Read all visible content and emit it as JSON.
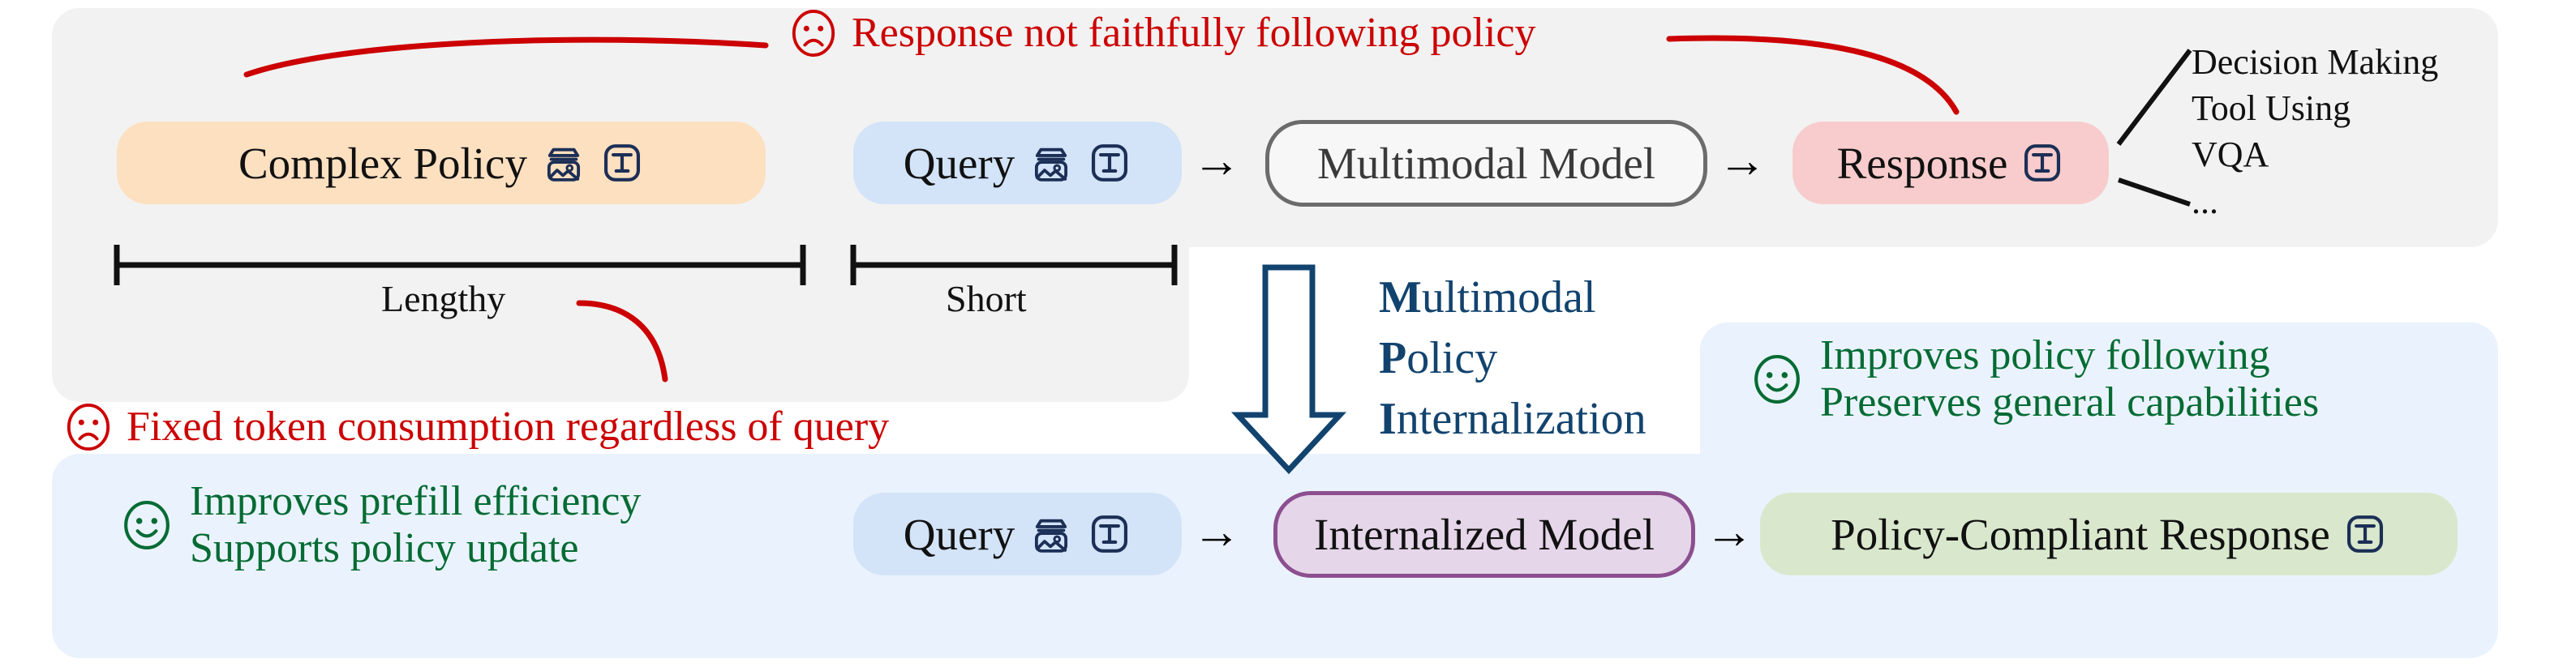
{
  "figure": {
    "type": "conceptual-pipeline-diagram",
    "colors": {
      "panel_gray": "#f2f2f2",
      "panel_blue": "#eaf3fd",
      "policy_box": "#fce0c0",
      "query_box": "#d3e3f8",
      "model_box_border": "#6b6b6b",
      "response_box": "#f8cccc",
      "internalized_border": "#8c4f8f",
      "internalized_fill": "#e6d6ea",
      "compliant_response": "#d9e8cd",
      "negative_text": "#cc0000",
      "positive_text": "#046b33",
      "mpi_text": "#12436e"
    }
  },
  "top_pipeline": {
    "annotation_red": "Response not faithfully following policy",
    "nodes": {
      "policy": {
        "label": "Complex Policy",
        "icons": [
          "image-icon",
          "text-icon"
        ]
      },
      "query": {
        "label": "Query",
        "icons": [
          "image-icon",
          "text-icon"
        ]
      },
      "model": {
        "label": "Multimodal Model"
      },
      "response": {
        "label": "Response",
        "icons": [
          "text-icon"
        ]
      }
    },
    "arrows": {
      "glyph": "→"
    },
    "measures": [
      {
        "label": "Lengthy"
      },
      {
        "label": "Short"
      }
    ],
    "annotation_red_bottom": "Fixed token consumption regardless of query",
    "downstream_tasks": [
      "Decision Making",
      "Tool Using",
      "VQA",
      "..."
    ]
  },
  "transition": {
    "title_lines": [
      {
        "bold": "M",
        "rest": "ultimodal"
      },
      {
        "bold": "P",
        "rest": "olicy"
      },
      {
        "bold": "I",
        "rest": "nternalization"
      }
    ],
    "arrow": "down-block-arrow"
  },
  "bottom_pipeline": {
    "benefits_left": [
      "Improves prefill efficiency",
      "Supports policy update"
    ],
    "benefits_right": [
      "Improves policy following",
      "Preserves general capabilities"
    ],
    "nodes": {
      "query": {
        "label": "Query",
        "icons": [
          "image-icon",
          "text-icon"
        ]
      },
      "model": {
        "label": "Internalized Model"
      },
      "response": {
        "label": "Policy-Compliant Response",
        "icons": [
          "text-icon"
        ]
      }
    },
    "arrows": {
      "glyph": "→"
    }
  }
}
